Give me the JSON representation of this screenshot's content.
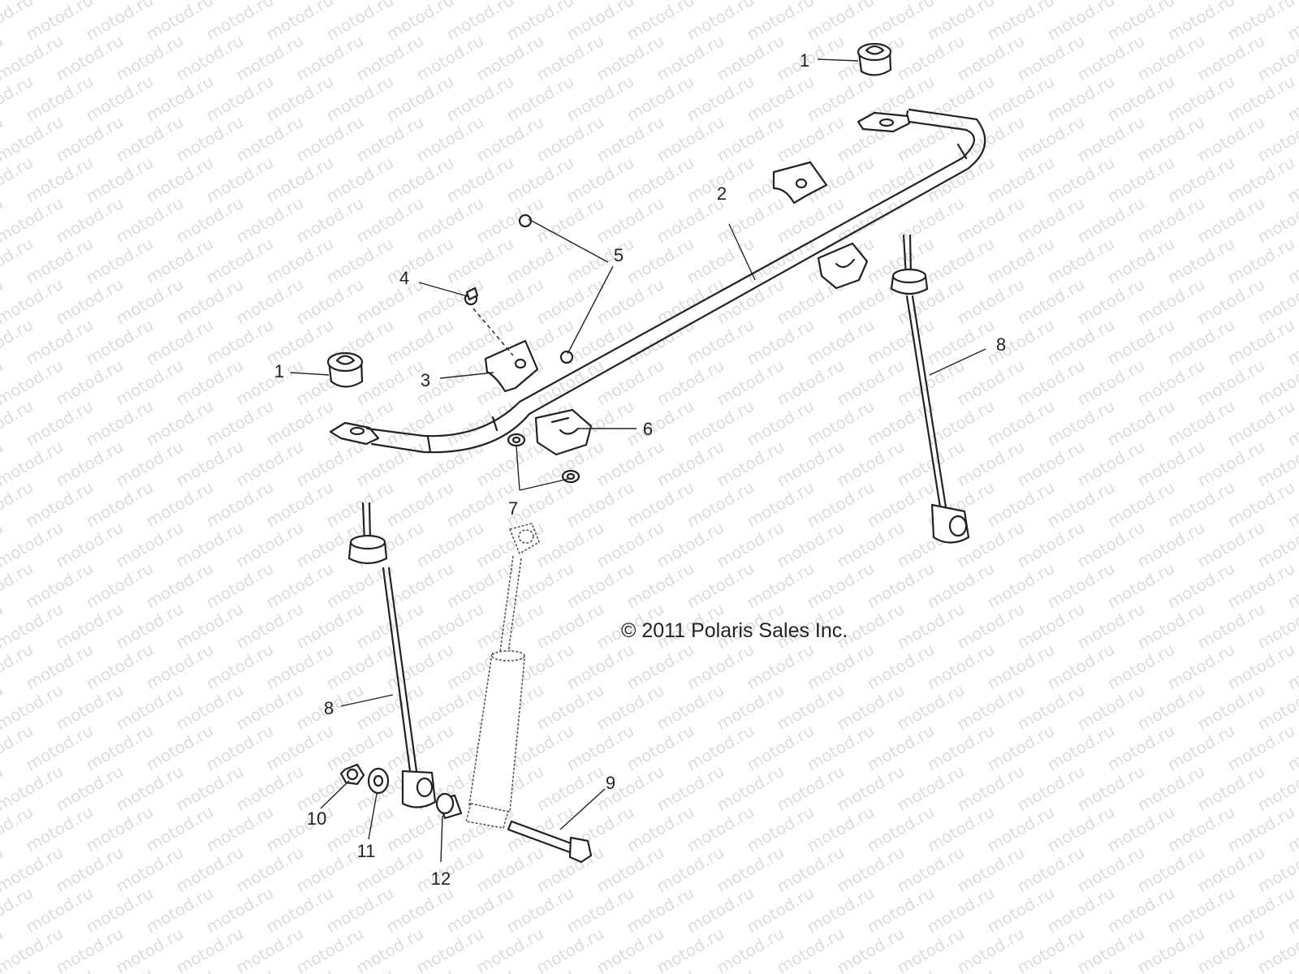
{
  "watermark": {
    "text": "motod.ru"
  },
  "copyright": "© 2011 Polaris Sales Inc.",
  "callouts": [
    {
      "id": "1a",
      "number": "1"
    },
    {
      "id": "1b",
      "number": "1"
    },
    {
      "id": "2",
      "number": "2"
    },
    {
      "id": "3",
      "number": "3"
    },
    {
      "id": "4",
      "number": "4"
    },
    {
      "id": "5",
      "number": "5"
    },
    {
      "id": "6",
      "number": "6"
    },
    {
      "id": "7",
      "number": "7"
    },
    {
      "id": "8a",
      "number": "8"
    },
    {
      "id": "8b",
      "number": "8"
    },
    {
      "id": "9",
      "number": "9"
    },
    {
      "id": "10",
      "number": "10"
    },
    {
      "id": "11",
      "number": "11"
    },
    {
      "id": "12",
      "number": "12"
    }
  ]
}
